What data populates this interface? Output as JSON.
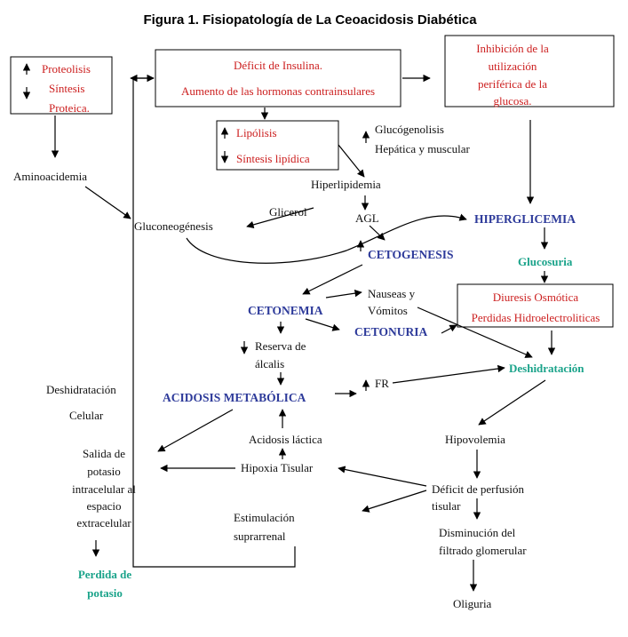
{
  "title": "Figura 1. Fisiopatología de La Ceoacidosis Diabética",
  "nodes": {
    "proteolisis": "Proteolisis",
    "sintesis": "Síntesis",
    "proteica": "Proteica.",
    "deficit_insulina": "Déficit de Insulina.",
    "aumento_hormonas": "Aumento de las hormonas contrainsulares",
    "inhibicion_1": "Inhibición de la",
    "inhibicion_2": "utilización",
    "inhibicion_3": "periférica de la",
    "inhibicion_4": "glucosa.",
    "lipolisis": "Lipólisis",
    "sintesis_lipidica": "Síntesis lipídica",
    "glucogenolisis": "Glucógenolisis",
    "hepatica": "Hepática y muscular",
    "aminoacidemia": "Aminoacidemia",
    "hiperlipidemia": "Hiperlipidemia",
    "glicerol": "Glicerol",
    "agl": "AGL",
    "gluconeogenesis": "Gluconeogénesis",
    "hiperglicemia": "HIPERGLICEMIA",
    "cetogenesis": "CETOGENESIS",
    "glucosuria": "Glucosuria",
    "nauseas": "Nauseas y",
    "vomitos": "Vómitos",
    "diuresis": "Diuresis Osmótica",
    "perdidas": "Perdidas Hidroelectroliticas",
    "cetonemia": "CETONEMIA",
    "cetonuria": "CETONURIA",
    "reserva": "Reserva de",
    "alcalis": "álcalis",
    "deshidratacion_celular_1": "Deshidratación",
    "deshidratacion_celular_2": "Celular",
    "fr": "FR",
    "deshidratacion": "Deshidratación",
    "acidosis_metabolica": "ACIDOSIS METABÓLICA",
    "acidosis_lactica": "Acidosis láctica",
    "hipovolemia": "Hipovolemia",
    "salida_1": "Salida de",
    "salida_2": "potasio",
    "salida_3": "intracelular al",
    "salida_4": "espacio",
    "salida_5": "extracelular",
    "hipoxia": "Hipoxia Tisular",
    "deficit_perfusion_1": "Déficit de perfusión",
    "deficit_perfusion_2": "tisular",
    "estimulacion_1": "Estimulación",
    "estimulacion_2": "suprarrenal",
    "disminucion_1": "Disminución del",
    "disminucion_2": "filtrado glomerular",
    "perdida_potasio_1": "Perdida de",
    "perdida_potasio_2": "potasio",
    "oliguria": "Oliguria"
  },
  "colors": {
    "red": "#cc1f1f",
    "blue": "#2d3a9a",
    "teal": "#1aa38a"
  }
}
